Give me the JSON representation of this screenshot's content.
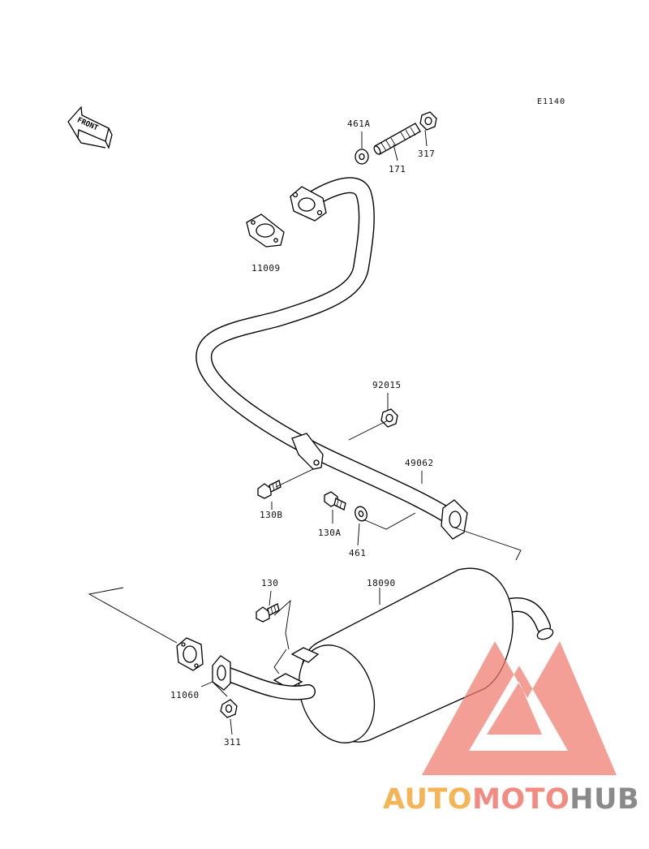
{
  "diagram": {
    "ref_code": "E1140",
    "front_label": "FRONT",
    "part_labels": {
      "p461A": "461A",
      "p171": "171",
      "p317": "317",
      "p11009": "11009",
      "p92015": "92015",
      "p49062": "49062",
      "p130B": "130B",
      "p130A": "130A",
      "p461": "461",
      "p130": "130",
      "p18090": "18090",
      "p11060": "11060",
      "p311": "311"
    }
  },
  "watermark": {
    "brand_auto": "AUTO",
    "brand_moto": "MOTO",
    "brand_hub": "HUB",
    "colors": {
      "auto": "#f5b556",
      "moto": "#f28b82",
      "hub": "#8a8a8a",
      "logo": "#f07a6e"
    }
  }
}
